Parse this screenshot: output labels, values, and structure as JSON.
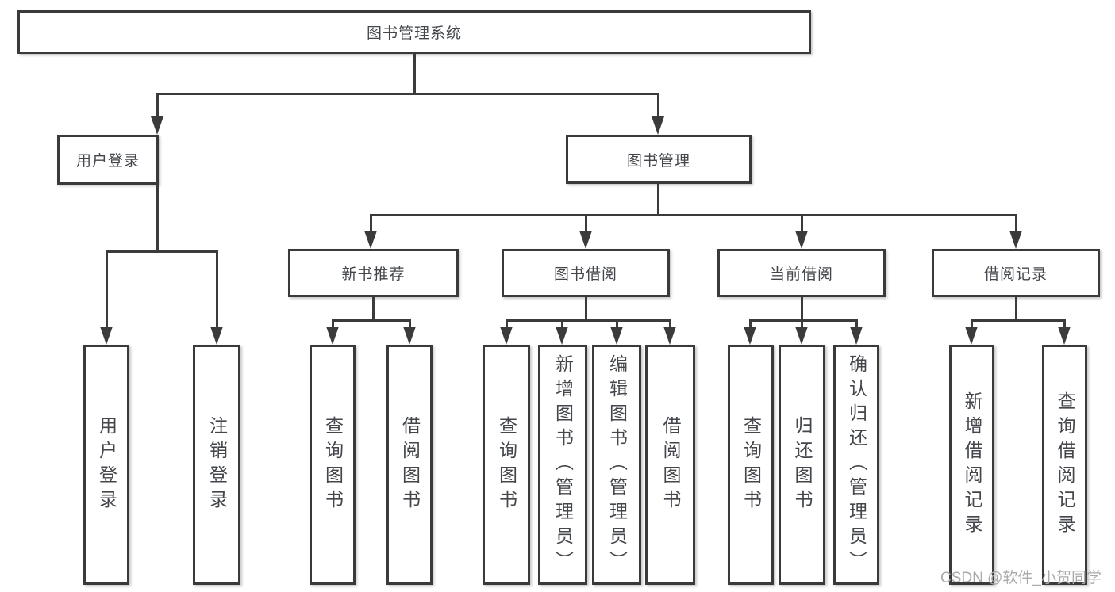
{
  "tree": {
    "root": {
      "label": "图书管理系统"
    },
    "branches": [
      {
        "label": "用户登录",
        "children": [
          {
            "label": "用户登录"
          },
          {
            "label": "注销登录"
          }
        ]
      },
      {
        "label": "图书管理",
        "groups": [
          {
            "label": "新书推荐",
            "children": [
              {
                "label": "查询图书"
              },
              {
                "label": "借阅图书"
              }
            ]
          },
          {
            "label": "图书借阅",
            "children": [
              {
                "label": "查询图书"
              },
              {
                "label": "新增图书（管理员）"
              },
              {
                "label": "编辑图书（管理员）"
              },
              {
                "label": "借阅图书"
              }
            ]
          },
          {
            "label": "当前借阅",
            "children": [
              {
                "label": "查询图书"
              },
              {
                "label": "归还图书"
              },
              {
                "label": "确认归还（管理员）"
              }
            ]
          },
          {
            "label": "借阅记录",
            "children": [
              {
                "label": "新增借阅记录"
              },
              {
                "label": "查询借阅记录"
              }
            ]
          }
        ]
      }
    ]
  },
  "watermark": "CSDN @软件_小贺同学",
  "colors": {
    "line": "#3b3b3c",
    "border": "#3a3a3a",
    "text": "#43464b",
    "bg": "#ffffff",
    "watermark": "#a9aaab"
  }
}
